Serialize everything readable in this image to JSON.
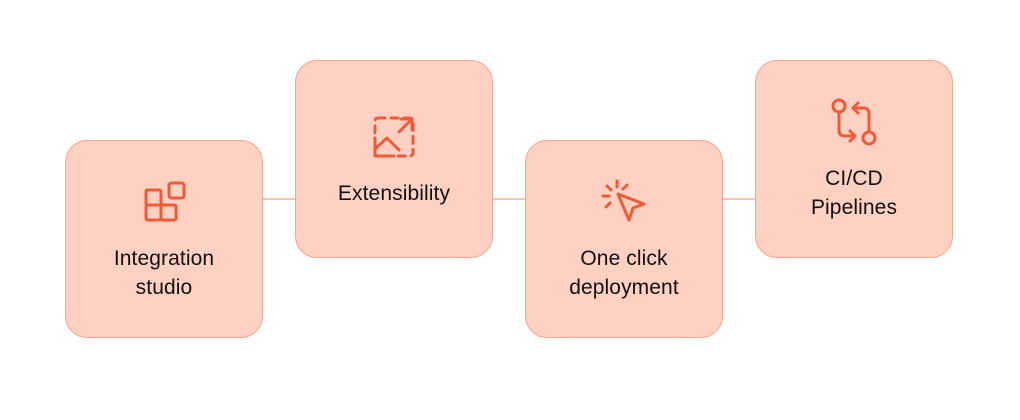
{
  "colors": {
    "card_fill": "#FFD1C3",
    "card_border": "#F6A68F",
    "connector": "#F9C3B3",
    "accent": "#F05A38",
    "text": "#111111"
  },
  "steps": [
    {
      "icon": "blocks-icon",
      "label_lines": [
        "Integration",
        "studio"
      ]
    },
    {
      "icon": "image-expand-icon",
      "label_lines": [
        "Extensibility"
      ]
    },
    {
      "icon": "click-cursor-icon",
      "label_lines": [
        "One click",
        "deployment"
      ]
    },
    {
      "icon": "git-compare-icon",
      "label_lines": [
        "CI/CD",
        "Pipelines"
      ]
    }
  ]
}
